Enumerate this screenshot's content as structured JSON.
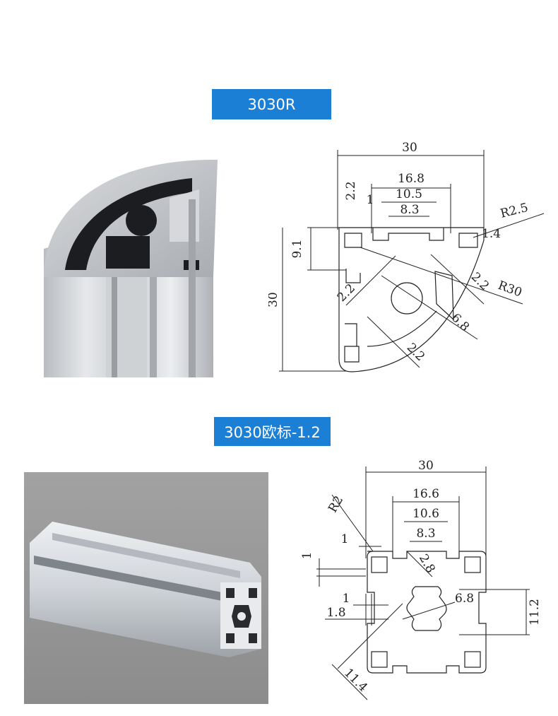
{
  "sections": [
    {
      "label": "3030R",
      "drawing_dims": {
        "width_top": "30",
        "d168": "16.8",
        "d105": "10.5",
        "d83": "8.3",
        "d22_top": "2.2",
        "d1_top": "1",
        "r25": "R2.5",
        "d14": "1.4",
        "d91": "9.1",
        "height_left": "30",
        "d22_left": "2.2",
        "d22_right": "2.2",
        "r30": "R30",
        "d68": "6.8",
        "d22_bottom": "2.2"
      }
    },
    {
      "label": "3030欧标-1.2",
      "drawing_dims": {
        "width_top": "30",
        "d166": "16.6",
        "d106": "10.6",
        "d83": "8.3",
        "r2": "R2",
        "d1_a": "1",
        "d1_b": "1",
        "d28": "2.8",
        "d1_c": "1",
        "d18": "1.8",
        "d68": "6.8",
        "d112": "11.2",
        "d114": "11.4"
      }
    }
  ]
}
